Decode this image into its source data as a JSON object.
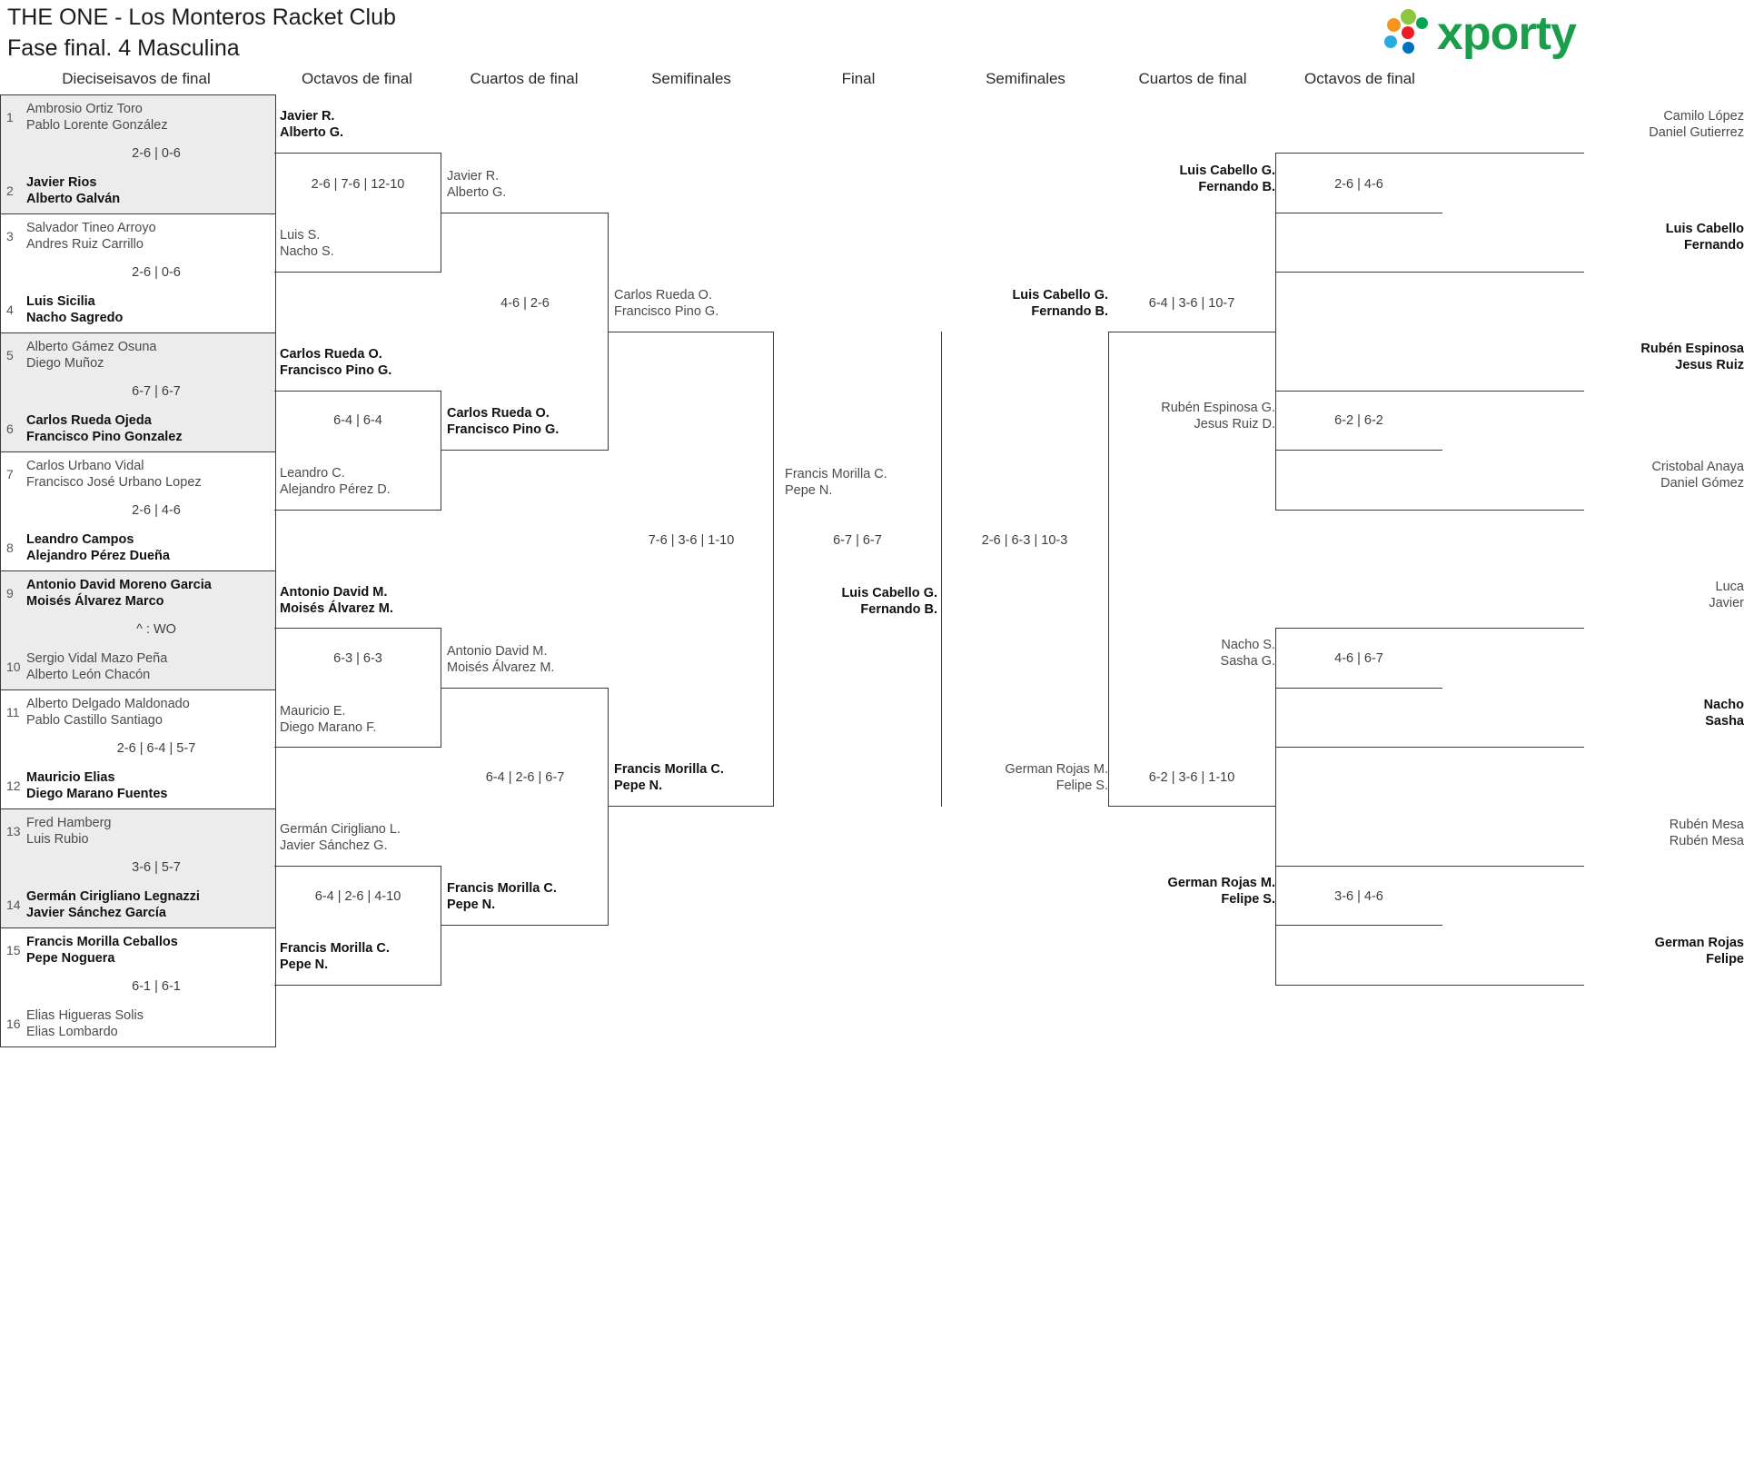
{
  "header": {
    "title_line1": "THE ONE - Los Monteros Racket Club",
    "title_line2": "Fase final. 4 Masculina",
    "logo_text": "xporty"
  },
  "round_headings": {
    "left_r32": "Dieciseisavos de final",
    "left_r16": "Octavos de final",
    "left_qf": "Cuartos de final",
    "left_sf": "Semifinales",
    "final": "Final",
    "right_sf": "Semifinales",
    "right_qf": "Cuartos de final",
    "right_r16": "Octavos de final"
  },
  "chart_data": {
    "type": "bracket",
    "title": "THE ONE - Los Monteros Racket Club — Fase final. 4 Masculina",
    "rounds": [
      "Dieciseisavos de final",
      "Octavos de final",
      "Cuartos de final",
      "Semifinales",
      "Final"
    ],
    "champion": "Luis Cabello G. / Fernando B."
  },
  "round32": [
    {
      "seed_top": "1",
      "top_p1": "Ambrosio Ortiz Toro",
      "top_p2": "Pablo Lorente González",
      "top_winner": false,
      "score": "2-6 | 0-6",
      "seed_bottom": "2",
      "bottom_p1": "Javier Rios",
      "bottom_p2": "Alberto Galván",
      "bottom_winner": true,
      "shaded": true
    },
    {
      "seed_top": "3",
      "top_p1": "Salvador Tineo Arroyo",
      "top_p2": "Andres Ruiz Carrillo",
      "top_winner": false,
      "score": "2-6 | 0-6",
      "seed_bottom": "4",
      "bottom_p1": "Luis Sicilia",
      "bottom_p2": "Nacho Sagredo",
      "bottom_winner": true,
      "shaded": false
    },
    {
      "seed_top": "5",
      "top_p1": "Alberto Gámez Osuna",
      "top_p2": "Diego Muñoz",
      "top_winner": false,
      "score": "6-7 | 6-7",
      "seed_bottom": "6",
      "bottom_p1": "Carlos Rueda Ojeda",
      "bottom_p2": "Francisco Pino Gonzalez",
      "bottom_winner": true,
      "shaded": true
    },
    {
      "seed_top": "7",
      "top_p1": "Carlos Urbano Vidal",
      "top_p2": "Francisco José Urbano Lopez",
      "top_winner": false,
      "score": "2-6 | 4-6",
      "seed_bottom": "8",
      "bottom_p1": "Leandro Campos",
      "bottom_p2": "Alejandro Pérez Dueña",
      "bottom_winner": true,
      "shaded": false
    },
    {
      "seed_top": "9",
      "top_p1": "Antonio David Moreno Garcia",
      "top_p2": "Moisés Álvarez Marco",
      "top_winner": true,
      "score": "^ : WO",
      "seed_bottom": "10",
      "bottom_p1": "Sergio Vidal Mazo Peña",
      "bottom_p2": "Alberto León Chacón",
      "bottom_winner": false,
      "shaded": true
    },
    {
      "seed_top": "11",
      "top_p1": "Alberto Delgado Maldonado",
      "top_p2": "Pablo Castillo Santiago",
      "top_winner": false,
      "score": "2-6 | 6-4 | 5-7",
      "seed_bottom": "12",
      "bottom_p1": "Mauricio Elias",
      "bottom_p2": "Diego Marano Fuentes",
      "bottom_winner": true,
      "shaded": false
    },
    {
      "seed_top": "13",
      "top_p1": "Fred Hamberg",
      "top_p2": "Luis Rubio",
      "top_winner": false,
      "score": "3-6 | 5-7",
      "seed_bottom": "14",
      "bottom_p1": "Germán Cirigliano Legnazzi",
      "bottom_p2": "Javier Sánchez García",
      "bottom_winner": true,
      "shaded": true
    },
    {
      "seed_top": "15",
      "top_p1": "Francis Morilla Ceballos",
      "top_p2": "Pepe Noguera",
      "top_winner": true,
      "score": "6-1 | 6-1",
      "seed_bottom": "16",
      "bottom_p1": "Elias Higueras Solis",
      "bottom_p2": "Elias Lombardo",
      "bottom_winner": false,
      "shaded": false
    }
  ],
  "left_r16": [
    {
      "top_p1": "Javier R.",
      "top_p2": "Alberto G.",
      "top_winner": true,
      "score": "2-6 | 7-6 | 12-10",
      "bottom_p1": "Luis S.",
      "bottom_p2": "Nacho S.",
      "bottom_winner": false
    },
    {
      "top_p1": "Carlos Rueda O.",
      "top_p2": "Francisco Pino G.",
      "top_winner": true,
      "score": "6-4 | 6-4",
      "bottom_p1": "Leandro C.",
      "bottom_p2": "Alejandro Pérez D.",
      "bottom_winner": false
    },
    {
      "top_p1": "Antonio David M.",
      "top_p2": "Moisés Álvarez M.",
      "top_winner": true,
      "score": "6-3 | 6-3",
      "bottom_p1": "Mauricio E.",
      "bottom_p2": "Diego Marano F.",
      "bottom_winner": false
    },
    {
      "top_p1": "Germán Cirigliano L.",
      "top_p2": "Javier Sánchez G.",
      "top_winner": false,
      "score": "6-4 | 2-6 | 4-10",
      "bottom_p1": "Francis Morilla C.",
      "bottom_p2": "Pepe N.",
      "bottom_winner": true
    }
  ],
  "left_qf": [
    {
      "top_p1": "Javier R.",
      "top_p2": "Alberto G.",
      "top_winner": false,
      "score": "4-6 | 2-6",
      "bottom_p1": "Carlos Rueda O.",
      "bottom_p2": "Francisco Pino G.",
      "bottom_winner": true
    },
    {
      "top_p1": "Antonio David M.",
      "top_p2": "Moisés Álvarez M.",
      "top_winner": false,
      "score": "6-4 | 2-6 | 6-7",
      "bottom_p1": "Francis Morilla C.",
      "bottom_p2": "Pepe N.",
      "bottom_winner": true
    }
  ],
  "left_sf": {
    "top_p1": "Carlos Rueda O.",
    "top_p2": "Francisco Pino G.",
    "top_winner": false,
    "score": "7-6 | 3-6 | 1-10",
    "bottom_p1": "Francis Morilla C.",
    "bottom_p2": "Pepe N.",
    "bottom_winner": true
  },
  "final": {
    "top_p1": "Francis Morilla C.",
    "top_p2": "Pepe N.",
    "top_winner": false,
    "score": "6-7 | 6-7",
    "bottom_p1": "Luis Cabello G.",
    "bottom_p2": "Fernando B.",
    "bottom_winner": true
  },
  "right_sf": {
    "top_p1": "Luis Cabello G.",
    "top_p2": "Fernando B.",
    "top_winner": true,
    "score": "2-6 | 6-3 | 10-3",
    "bottom_p1": "German Rojas M.",
    "bottom_p2": "Felipe S.",
    "bottom_winner": false
  },
  "right_qf": [
    {
      "top_p1": "Luis Cabello G.",
      "top_p2": "Fernando B.",
      "top_winner": true,
      "score": "6-4 | 3-6 | 10-7",
      "bottom_p1": "Rubén Espinosa G.",
      "bottom_p2": "Jesus Ruiz D.",
      "bottom_winner": false
    },
    {
      "top_p1": "Nacho S.",
      "top_p2": "Sasha G.",
      "top_winner": false,
      "score": "6-2 | 3-6 | 1-10",
      "bottom_p1": "German Rojas M.",
      "bottom_p2": "Felipe S.",
      "bottom_winner": true
    }
  ],
  "right_r16": [
    {
      "top_p1": "Camilo López",
      "top_p2": "Daniel Gutierrez",
      "top_winner": false,
      "score": "2-6 | 4-6",
      "bottom_p1": "Luis Cabello",
      "bottom_p2": "Fernando",
      "bottom_winner": true
    },
    {
      "top_p1": "Rubén Espinosa",
      "top_p2": "Jesus Ruiz",
      "top_winner": true,
      "score": "6-2 | 6-2",
      "bottom_p1": "Cristobal Anaya",
      "bottom_p2": "Daniel Gómez",
      "bottom_winner": false
    },
    {
      "top_p1": "Luca",
      "top_p2": "Javier",
      "top_winner": false,
      "score": "4-6 | 6-7",
      "bottom_p1": "Nacho",
      "bottom_p2": "Sasha",
      "bottom_winner": true
    },
    {
      "top_p1": "Rubén Mesa",
      "top_p2": "Rubén Mesa",
      "top_winner": false,
      "score": "3-6 | 4-6",
      "bottom_p1": "German Rojas",
      "bottom_p2": "Felipe",
      "bottom_winner": true
    }
  ]
}
